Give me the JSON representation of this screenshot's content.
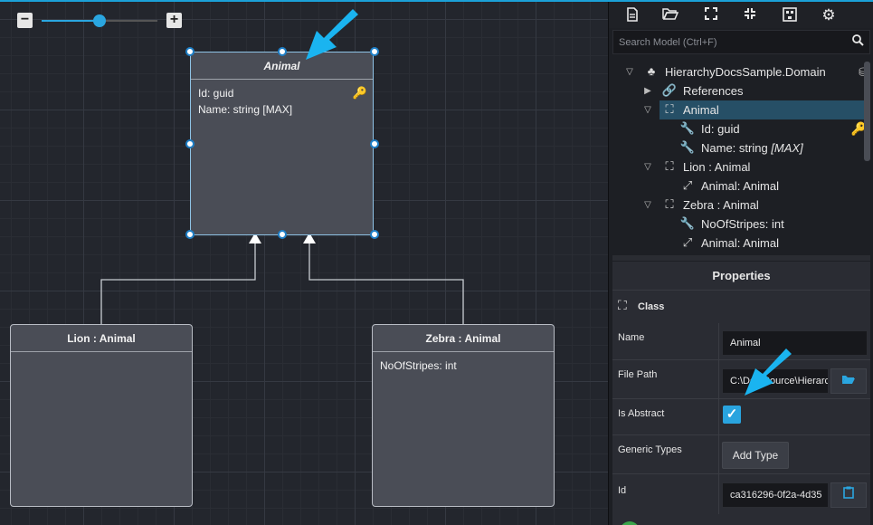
{
  "canvas": {
    "zoom": {
      "minus": "−",
      "plus": "+",
      "level": 0.5
    },
    "classes": {
      "animal": {
        "title": "Animal",
        "abstract": true,
        "attrs": [
          "Id: guid",
          "Name: string [MAX]"
        ]
      },
      "lion": {
        "title": "Lion : Animal",
        "attrs": []
      },
      "zebra": {
        "title": "Zebra : Animal",
        "attrs": [
          "NoOfStripes: int"
        ]
      }
    }
  },
  "toolbar": {
    "icons": [
      "document-icon",
      "open-folder-icon",
      "expand-icon",
      "collapse-icon",
      "diagram-icon",
      "settings-icon"
    ]
  },
  "search": {
    "placeholder": "Search Model (Ctrl+F)"
  },
  "tree": {
    "root": "HierarchyDocsSample.Domain",
    "references": "References",
    "animal": "Animal",
    "animal_id": "Id: guid",
    "animal_name_prefix": "Name: string ",
    "animal_name_type": "[MAX]",
    "lion": "Lion : Animal",
    "lion_assoc": "Animal: Animal",
    "zebra": "Zebra : Animal",
    "zebra_attr": "NoOfStripes: int",
    "zebra_assoc": "Animal: Animal"
  },
  "properties": {
    "title": "Properties",
    "element_type": "Class",
    "name_label": "Name",
    "name_value": "Animal",
    "filepath_label": "File Path",
    "filepath_value": "C:\\Dev\\Source\\HierarchyDocsSample",
    "abstract_label": "Is Abstract",
    "abstract_value": true,
    "generic_label": "Generic Types",
    "add_type_label": "Add Type",
    "id_label": "Id",
    "id_value": "ca316296-0f2a-4d35"
  },
  "colors": {
    "accent": "#29a4df",
    "arrow": "#1ab4f0",
    "key": "#e3b02a"
  }
}
